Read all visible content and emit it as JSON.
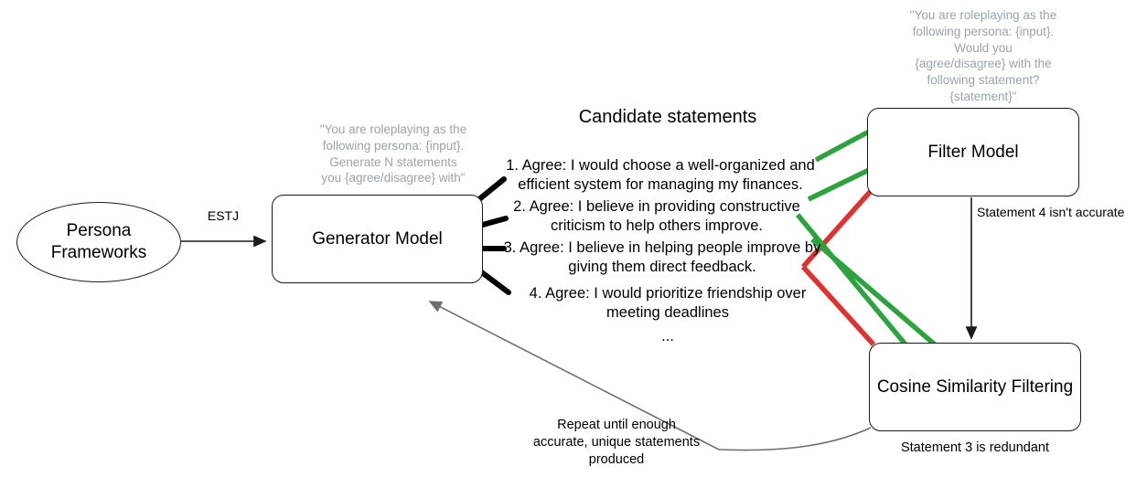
{
  "diagram": {
    "title_candidate_statements": "Candidate statements"
  },
  "nodes": {
    "persona": {
      "label": "Persona\nFrameworks"
    },
    "generator": {
      "label": "Generator Model"
    },
    "filter": {
      "label": "Filter Model"
    },
    "cosine": {
      "label": "Cosine Similarity Filtering"
    }
  },
  "prompts": {
    "generator_prompt": "\"You are roleplaying as the\nfollowing persona: {input}.\nGenerate N statements\nyou {agree/disagree} with\"",
    "filter_prompt": "\"You are roleplaying as the\nfollowing persona: {input}.\nWould you\n{agree/disagree} with the\nfollowing statement?\n{statement}\""
  },
  "edges": {
    "persona_to_generator_label": "ESTJ",
    "filter_to_cosine_label": "Statement 4 isn't accurate",
    "cosine_caption": "Statement 3 is redundant",
    "feedback_label": "Repeat until enough\naccurate, unique statements\nproduced"
  },
  "statements": [
    {
      "id": 1,
      "text": "1. Agree: I would choose a well-organized and\nefficient system for managing my finances."
    },
    {
      "id": 2,
      "text": "2. Agree: I believe in providing constructive\ncriticism to help others improve."
    },
    {
      "id": 3,
      "text": "3. Agree: I believe in helping people improve by\ngiving them direct feedback."
    },
    {
      "id": 4,
      "text": "4. Agree: I would prioritize friendship over\nmeeting deadlines"
    }
  ],
  "ellipsis": "...",
  "colors": {
    "accept_green": "#2ca33e",
    "reject_red": "#e03131",
    "stroke_black": "#1a1a1a",
    "feedback_gray": "#7f7f7f",
    "prompt_gray": "#9aa3ad"
  }
}
